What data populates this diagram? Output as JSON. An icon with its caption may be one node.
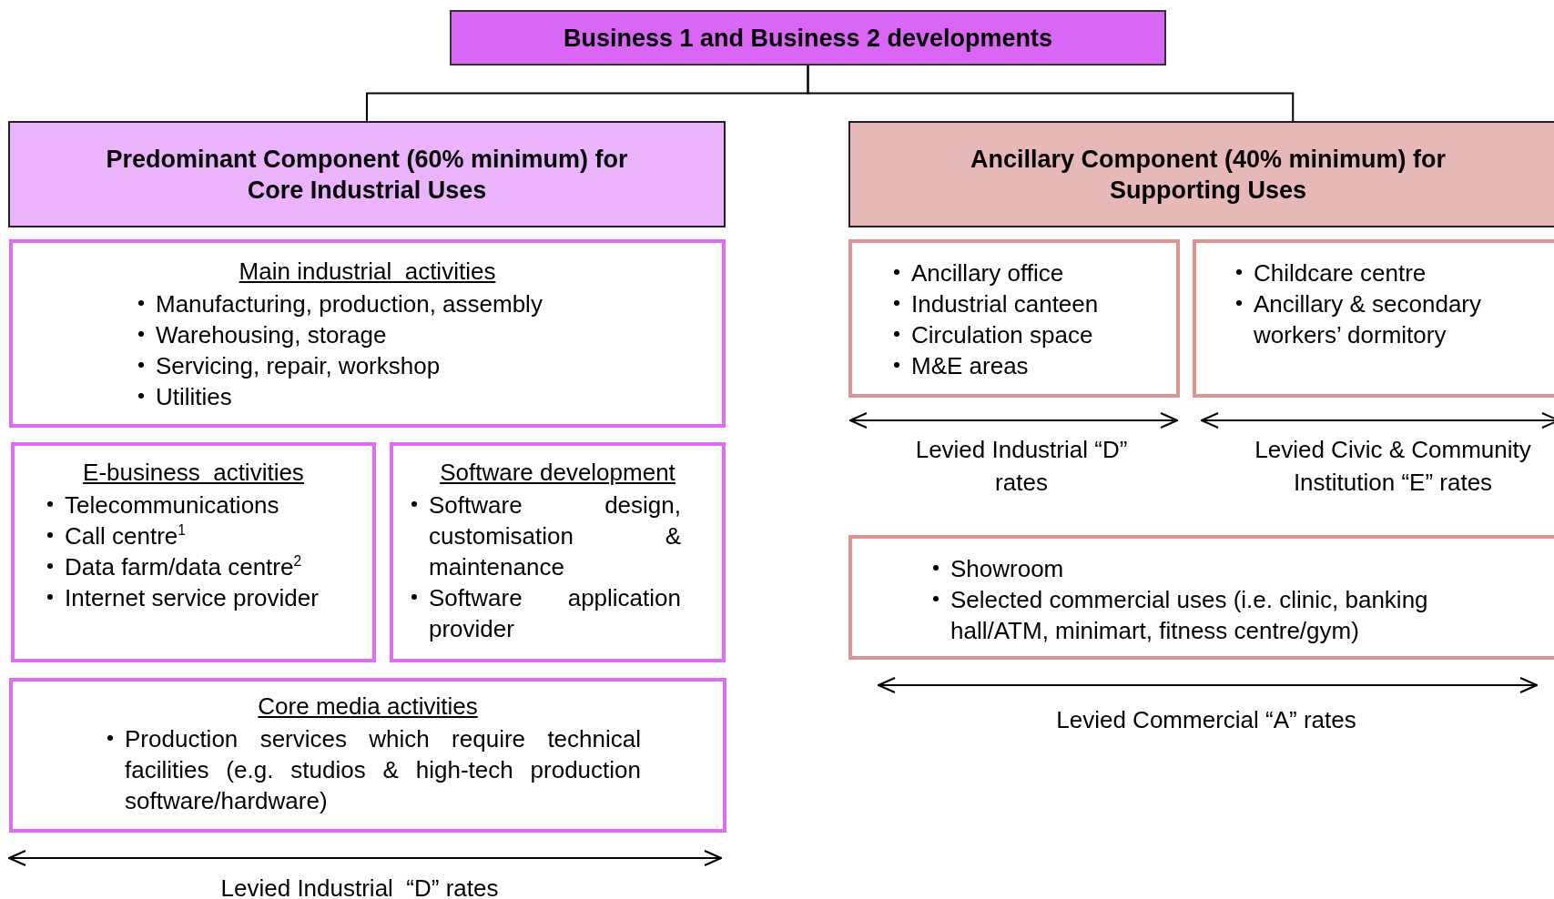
{
  "diagram": {
    "nodes": [
      {
        "text": [
          "Business 1 and Business 2 developments"
        ]
      },
      {
        "text": [
          "Predominant Component (60% minimum) for Core Industrial Uses"
        ]
      },
      {
        "text": [
          "Ancillary Component (40% minimum) for Supporting Uses"
        ]
      },
      {
        "text": [
          "Main industrial  activities",
          "Manufacturing, production, assembly",
          "Warehousing, storage",
          "Servicing, repair, workshop",
          "Utilities"
        ]
      },
      {
        "text": [
          "E-business  activities",
          "Telecommunications",
          "Call centre$^{1}$",
          "Data farm/data centre$^{2}$",
          "Internet service provider"
        ]
      },
      {
        "text": [
          "Software development",
          "Software design, customisation & maintenance",
          "Software application provider"
        ]
      },
      {
        "text": [
          "Core media activities",
          "Production services which require technical facilities (e.g. studios & high-tech production software/hardware)"
        ]
      },
      {
        "text": [
          "Ancillary office",
          "Industrial canteen",
          "Circulation space",
          "M&E areas"
        ]
      },
      {
        "text": [
          "Childcare centre",
          "Ancillary & secondary workers’ dormitory"
        ]
      },
      {
        "text": [
          "Showroom",
          "Selected commercial uses (i.e. clinic, banking hall/ATM, minimart, fitness centre/gym)"
        ]
      }
    ],
    "edges": [
      {
        "from": 0,
        "to": 1,
        "arrow": "none"
      },
      {
        "from": 0,
        "to": 2,
        "arrow": "none"
      }
    ],
    "labels": [
      "Levied Industrial “D” rates",
      "Levied Civic & Community Institution “E” rates",
      "Levied Commercial “A” rates",
      "Levied Industrial  “D” rates"
    ]
  }
}
